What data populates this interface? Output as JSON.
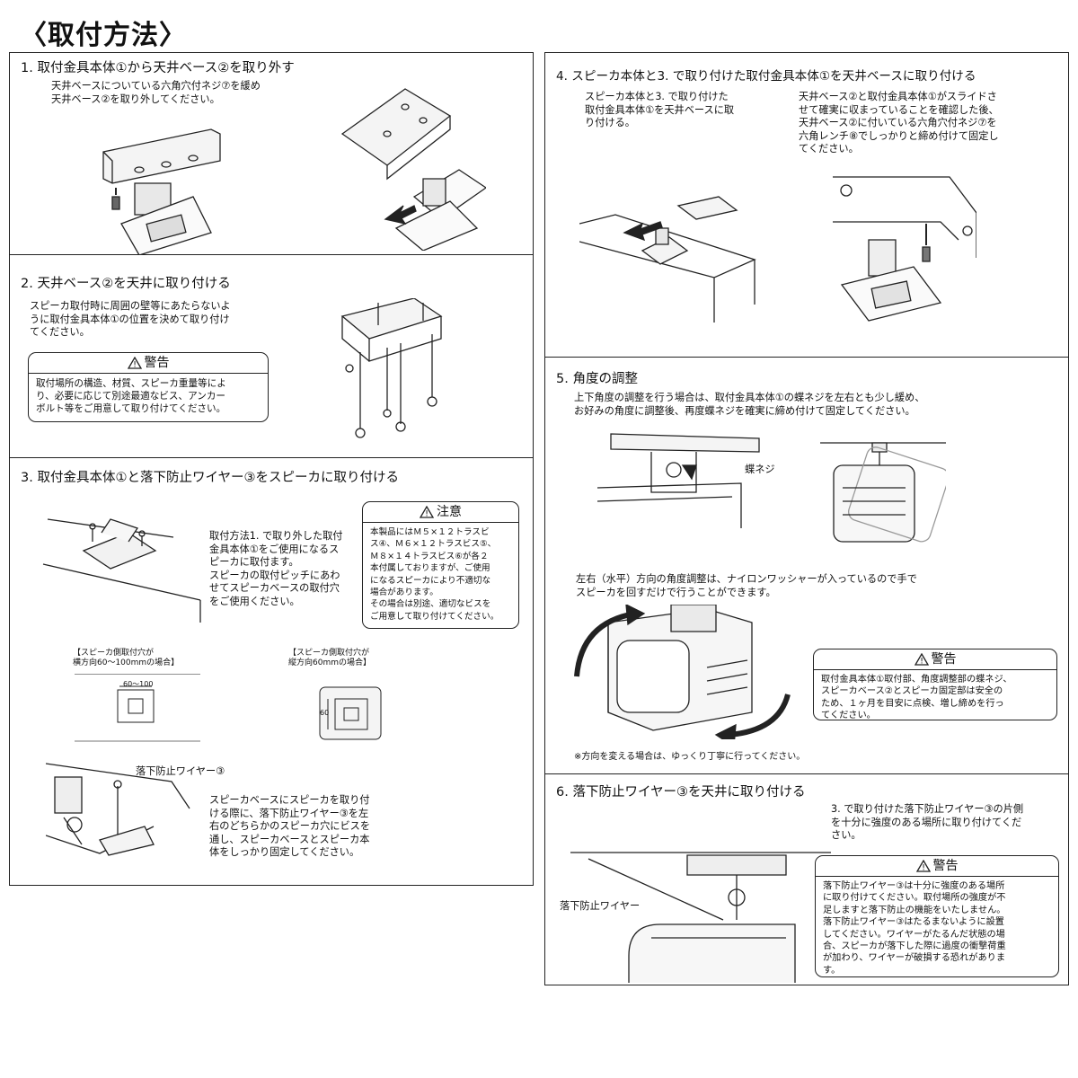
{
  "page_title": "〈取付方法〉",
  "sections": {
    "s1": {
      "heading": "1. 取付金具本体①から天井ベース②を取り外す",
      "text": "天井ベースについている六角穴付ネジ⑦を緩め\n天井ベース②を取り外してください。"
    },
    "s2": {
      "heading": "2. 天井ベース②を天井に取り付ける",
      "text": "スピーカ取付時に周囲の壁等にあたらないよ\nうに取付金具本体①の位置を決めて取り付け\nてください。",
      "warning_title": "警告",
      "warning_text": "取付場所の構造、材質、スピーカ重量等によ\nり、必要に応じて別途最適なビス、アンカー\nボルト等をご用意して取り付けてください。"
    },
    "s3": {
      "heading": "3. 取付金具本体①と落下防止ワイヤー③をスピーカに取り付ける",
      "text": "取付方法1. で取り外した取付\n金具本体①をご使用になるス\nピーカに取付ます。\nスピーカの取付ピッチにあわ\nせてスピーカベースの取付穴\nをご使用ください。",
      "caution_title": "注意",
      "caution_text": "本製品にはＭ５×１２トラスビ\nス④、Ｍ６×１２トラスビス⑤、\nＭ８×１４トラスビス⑥が各２\n本付属しておりますが、ご使用\nになるスピーカにより不適切な\n場合があります。\nその場合は別途、適切なビスを\nご用意して取り付けてください。",
      "caption_a": "【スピーカ側取付穴が\n横方向60～100mmの場合】",
      "caption_b": "【スピーカ側取付穴が\n縦方向60mmの場合】",
      "dim_a": "60～100",
      "dim_b": "60",
      "wire_label": "落下防止ワイヤー③",
      "text2": "スピーカベースにスピーカを取り付\nける際に、落下防止ワイヤー③を左\n右のどちらかのスピーカ穴にビスを\n通し、スピーカベースとスピーカ本\n体をしっかり固定してください。"
    },
    "s4": {
      "heading": "4. スピーカ本体と3. で取り付けた取付金具本体①を天井ベースに取り付ける",
      "text_left": "スピーカ本体と3. で取り付けた\n取付金具本体①を天井ベースに取\nり付ける。",
      "text_right": "天井ベース②と取付金具本体①がスライドさ\nせて確実に収まっていることを確認した後、\n天井ベース②に付いている六角穴付ネジ⑦を\n六角レンチ⑧でしっかりと締め付けて固定し\nてください。"
    },
    "s5": {
      "heading": "5. 角度の調整",
      "text": "上下角度の調整を行う場合は、取付金具本体①の蝶ネジを左右とも少し緩め、\nお好みの角度に調整後、再度蝶ネジを確実に締め付けて固定してください。",
      "wing_label": "蝶ネジ",
      "text2": "左右（水平）方向の角度調整は、ナイロンワッシャーが入っているので手で\nスピーカを回すだけで行うことができます。",
      "warning_title": "警告",
      "warning_text": "取付金具本体①取付部、角度調整部の蝶ネジ、\nスピーカベース②とスピーカ固定部は安全の\nため、１ヶ月を目安に点検、増し締めを行っ\nてください。",
      "note": "※方向を変える場合は、ゆっくり丁寧に行ってください。"
    },
    "s6": {
      "heading": "6. 落下防止ワイヤー③を天井に取り付ける",
      "text": "3. で取り付けた落下防止ワイヤー③の片側\nを十分に強度のある場所に取り付けてくだ\nさい。",
      "wire_label": "落下防止ワイヤー",
      "warning_title": "警告",
      "warning_text": "落下防止ワイヤー③は十分に強度のある場所\nに取り付けてください。取付場所の強度が不\n足しますと落下防止の機能をいたしません。\n落下防止ワイヤー③はたるまないように設置\nしてください。ワイヤーがたるんだ状態の場\n合、スピーカが落下した際に過度の衝撃荷重\nが加わり、ワイヤーが破損する恐れがありま\nす。"
    }
  }
}
